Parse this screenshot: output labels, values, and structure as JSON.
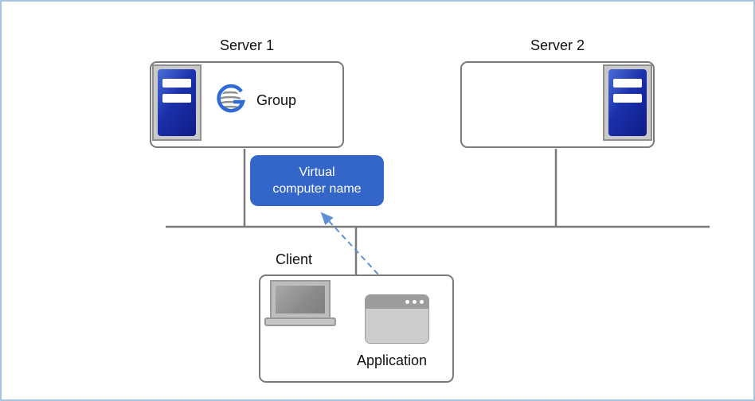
{
  "labels": {
    "server1": "Server 1",
    "server2": "Server 2",
    "group": "Group",
    "client": "Client",
    "application": "Application"
  },
  "virtual_name": {
    "line1": "Virtual",
    "line2": "computer name"
  },
  "colors": {
    "accent_blue": "#3465c8",
    "server_icon_blue": "#1b30ab",
    "box_border_gray": "#7a7a7a",
    "network_line_gray": "#7a7a7a",
    "arrow_dashed_blue": "#5f8fd6",
    "icon_bezel_gray": "#c9c9c9",
    "frame_border_blue": "#a6c4e0"
  },
  "icons": {
    "server1_icon": "server-tower-icon",
    "server2_icon": "server-tower-icon",
    "group_icon": "group-logo-icon",
    "laptop_icon": "laptop-icon",
    "application_icon": "app-window-icon"
  }
}
